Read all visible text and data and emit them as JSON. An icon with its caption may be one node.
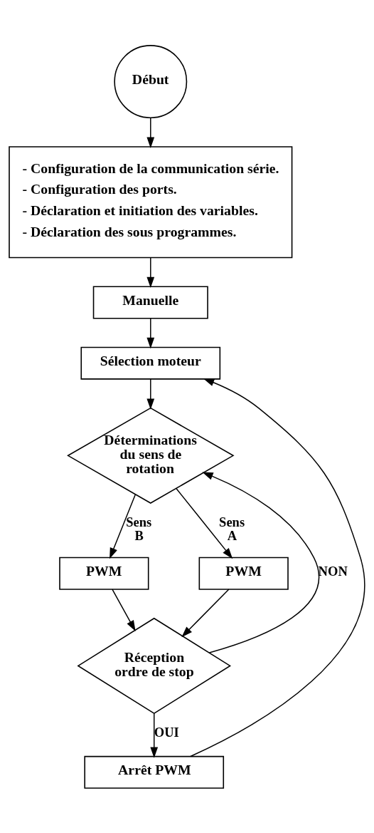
{
  "diagram": {
    "nodes": [
      {
        "text": [
          "Début"
        ]
      },
      {
        "text": [
          "- Configuration de la communication série.",
          "- Configuration des ports.",
          "- Déclaration et initiation des variables.",
          "- Déclaration des sous programmes."
        ]
      },
      {
        "text": [
          "Manuelle"
        ]
      },
      {
        "text": [
          "Sélection moteur"
        ]
      },
      {
        "text": [
          "Déterminations du sens de rotation"
        ]
      },
      {
        "text": [
          "PWM"
        ]
      },
      {
        "text": [
          "PWM"
        ]
      },
      {
        "text": [
          "Réception ordre de stop"
        ]
      },
      {
        "text": [
          "Arrêt PWM"
        ]
      }
    ],
    "edges": [
      {
        "from": 0,
        "to": 1,
        "arrow": "to"
      },
      {
        "from": 1,
        "to": 2,
        "arrow": "to"
      },
      {
        "from": 2,
        "to": 3,
        "arrow": "to"
      },
      {
        "from": 3,
        "to": 4,
        "arrow": "to"
      },
      {
        "from": 4,
        "to": 5,
        "arrow": "to",
        "label": "Sens B"
      },
      {
        "from": 4,
        "to": 6,
        "arrow": "to",
        "label": "Sens A"
      },
      {
        "from": 5,
        "to": 7,
        "arrow": "to"
      },
      {
        "from": 6,
        "to": 7,
        "arrow": "to"
      },
      {
        "from": 7,
        "to": 4,
        "arrow": "to",
        "label": "NON"
      },
      {
        "from": 7,
        "to": 8,
        "arrow": "to",
        "label": "OUI"
      },
      {
        "from": 8,
        "to": 3,
        "arrow": "to"
      }
    ]
  }
}
